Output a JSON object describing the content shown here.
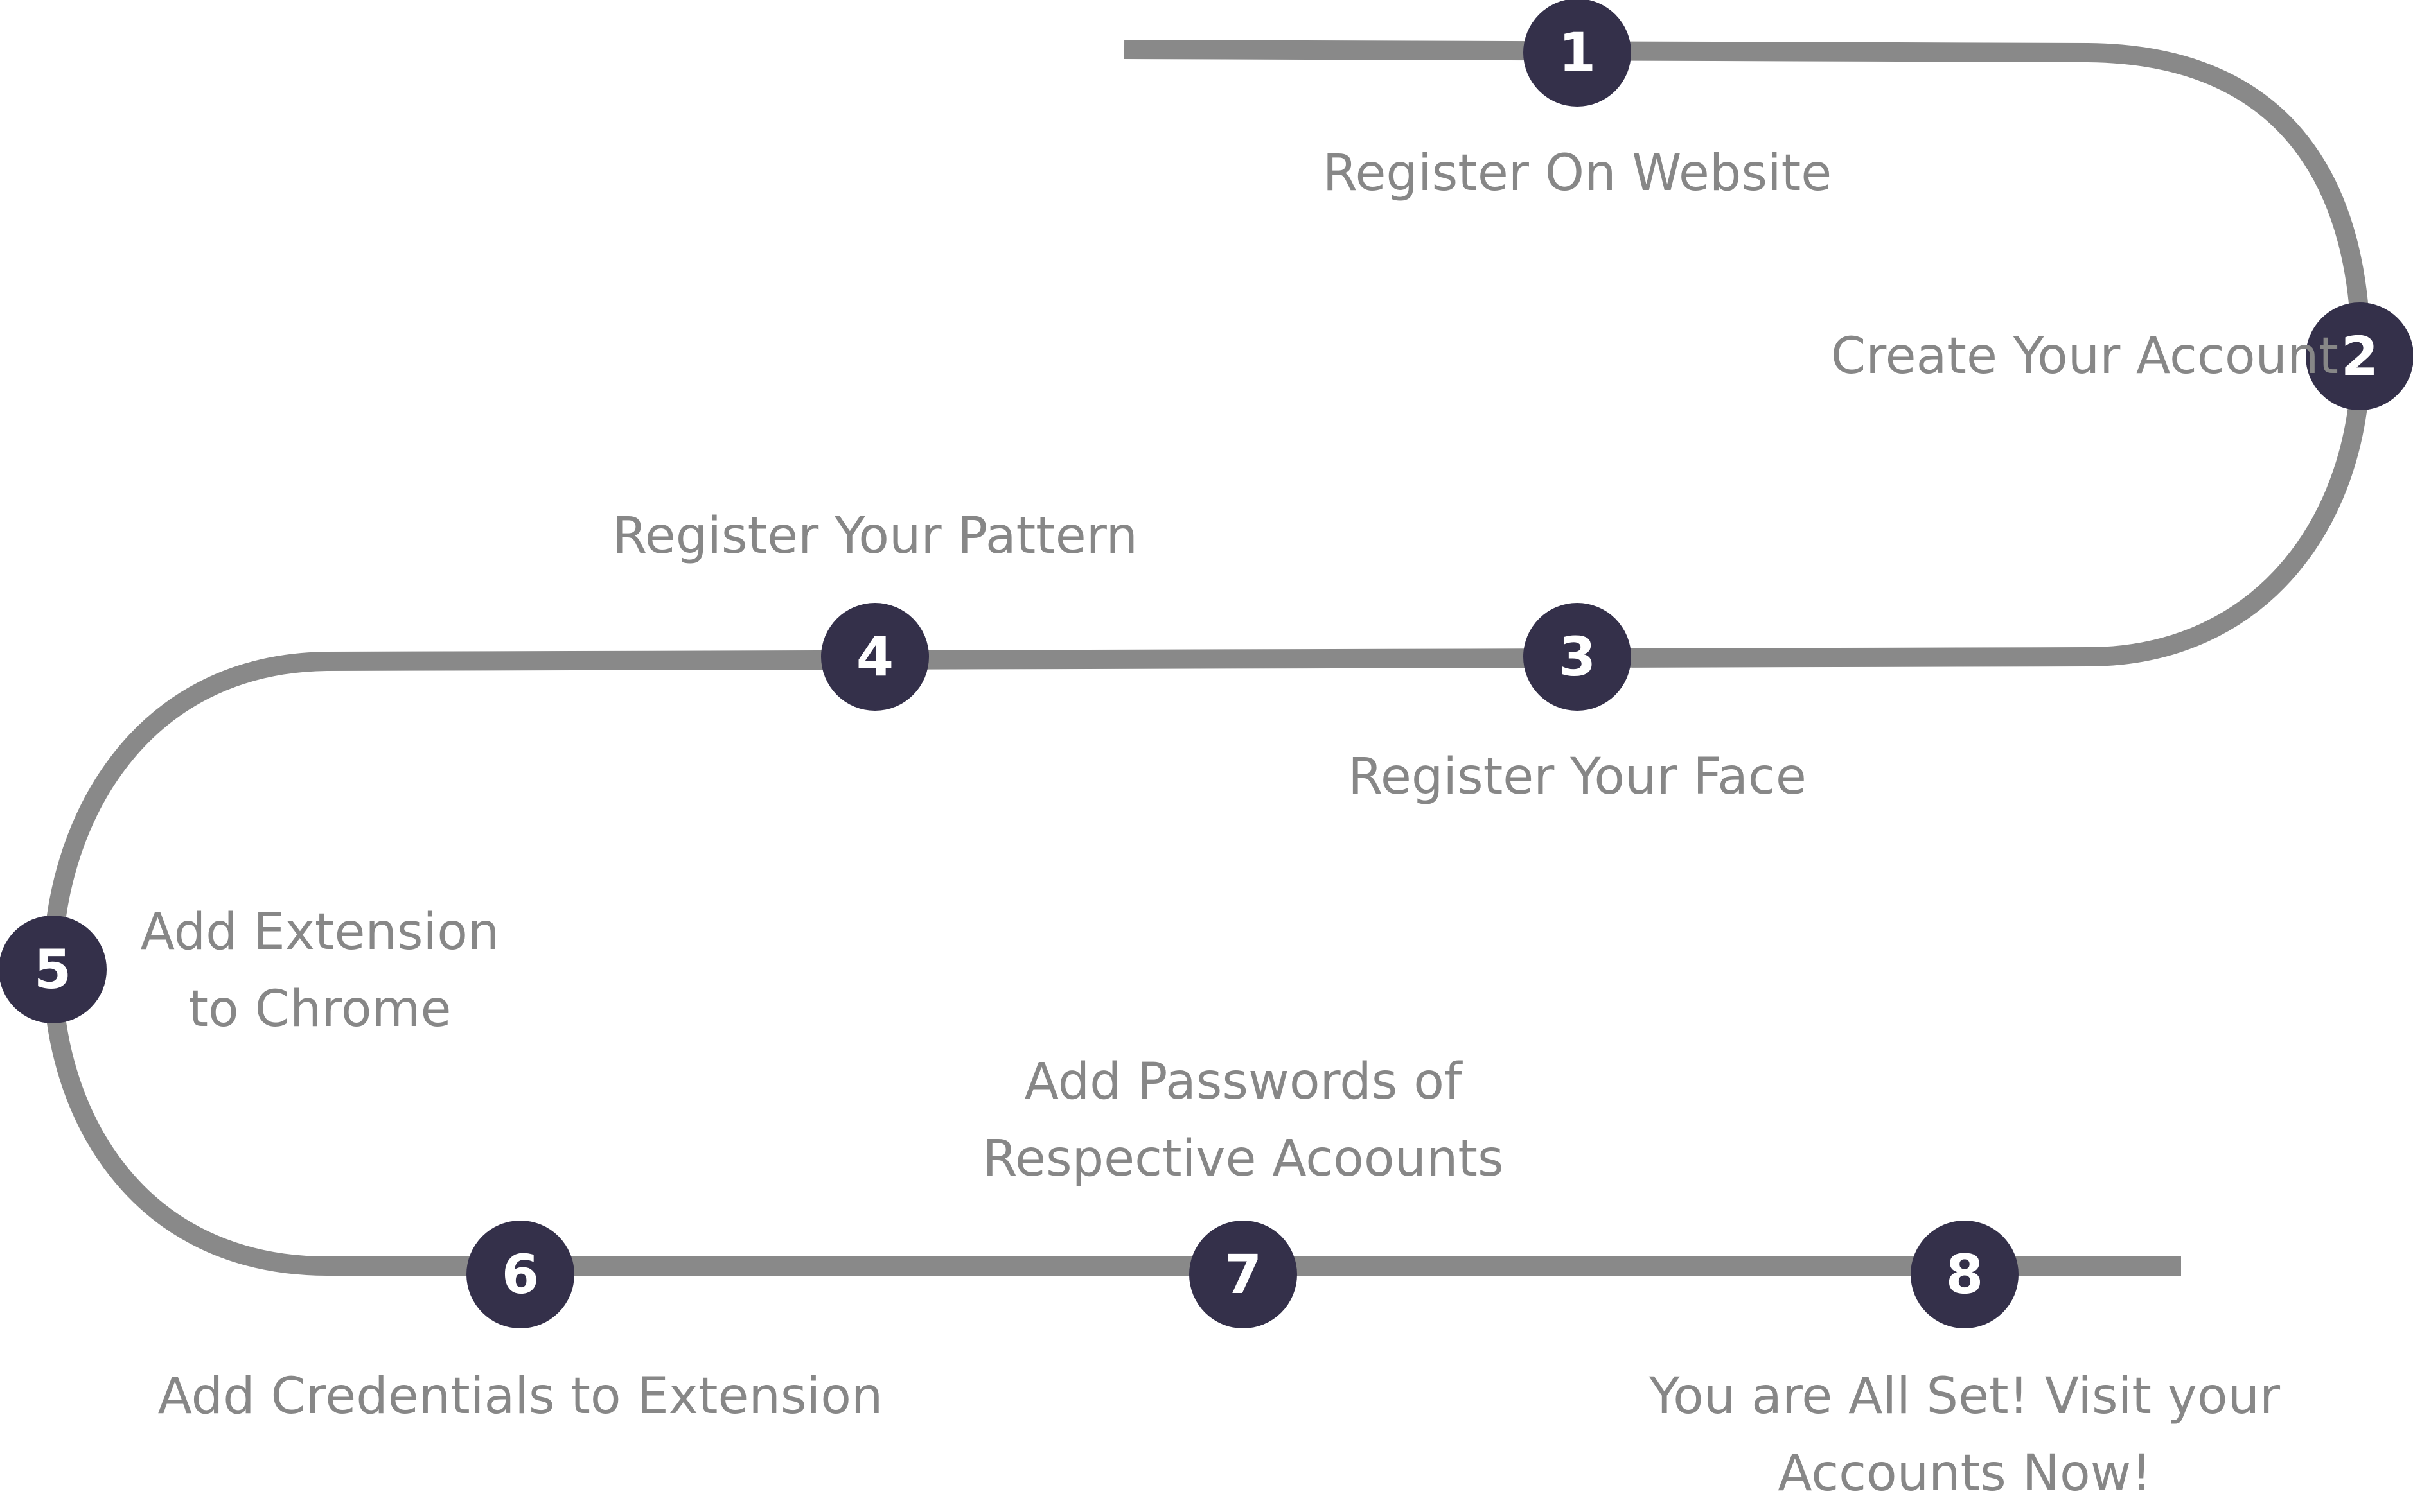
{
  "colors": {
    "path": "#898989",
    "marker_fill": "#34304a",
    "marker_text": "#ffffff",
    "label_text": "#878787",
    "background": "#ffffff"
  },
  "steps": [
    {
      "number": "1",
      "label": "Register On Website"
    },
    {
      "number": "2",
      "label": "Create Your Account"
    },
    {
      "number": "3",
      "label": "Register Your Face"
    },
    {
      "number": "4",
      "label": "Register Your Pattern"
    },
    {
      "number": "5",
      "label_lines": [
        "Add Extension",
        "to Chrome"
      ]
    },
    {
      "number": "6",
      "label": "Add Credentials to Extension"
    },
    {
      "number": "7",
      "label_lines": [
        "Add Passwords of",
        "Respective Acoounts"
      ]
    },
    {
      "number": "8",
      "label_lines": [
        "You are All Set! Visit your",
        "Accounts Now!"
      ]
    }
  ]
}
